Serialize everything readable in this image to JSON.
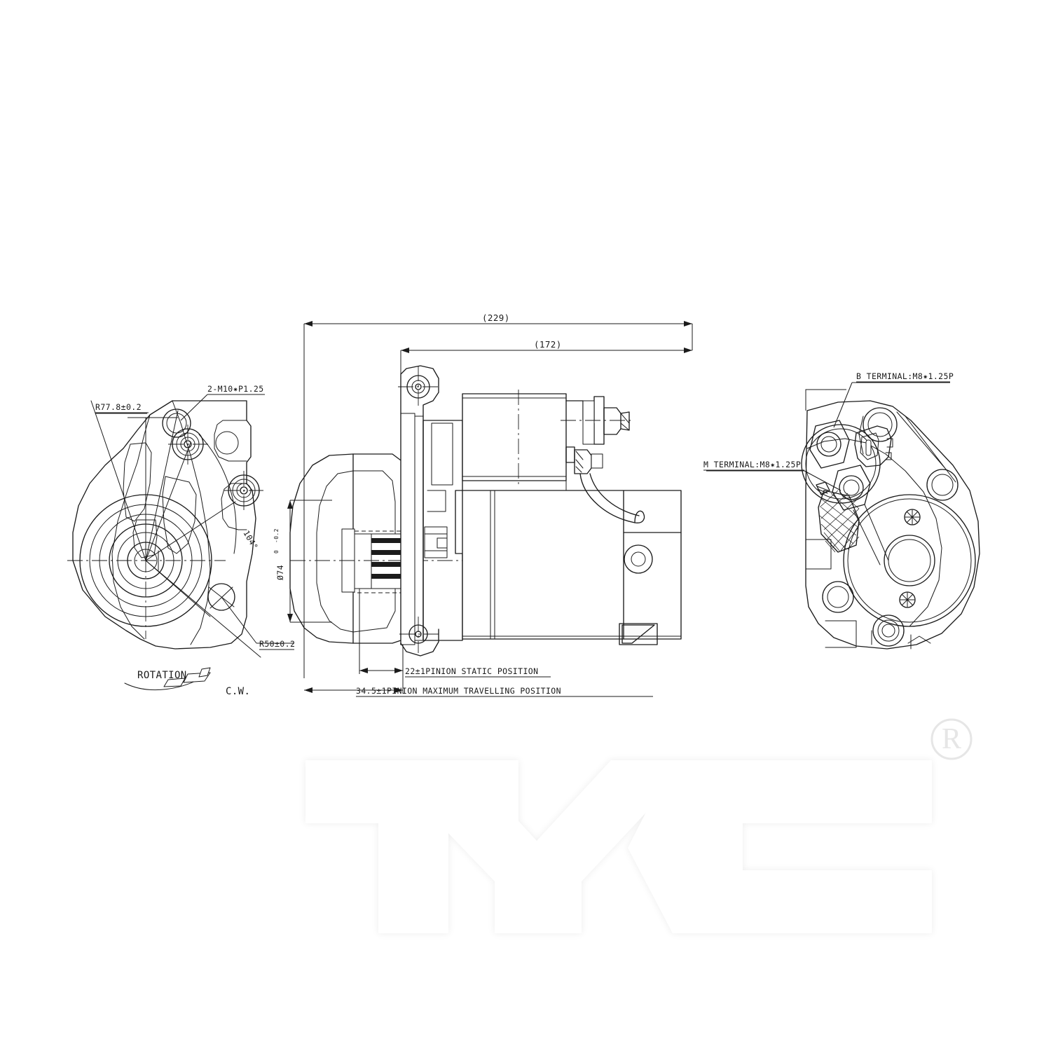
{
  "document": {
    "type": "engineering-drawing",
    "subject": "Automotive starter motor — three orthographic views",
    "background_color": "#ffffff",
    "line_color": "#1b1b1b"
  },
  "views": {
    "left": {
      "name": "drive-end-housing-front-view"
    },
    "center": {
      "name": "starter-side-elevation"
    },
    "right": {
      "name": "commutator-end-rear-view"
    }
  },
  "annotations": {
    "overall_length": "(229)",
    "body_length": "(172)",
    "radius_mount_1": "R77.8±0.2",
    "thread_callout": "2-M10✷P1.25",
    "angle_callout": "104°",
    "radius_mount_2": "R50±0.2",
    "pilot_diameter": "Ø74",
    "pilot_tol_upper": "0",
    "pilot_tol_lower": "-0.2",
    "pinion_static": "22±1PINION STATIC POSITION",
    "pinion_travel": "34.5±1PINION MAXIMUM TRAVELLING POSITION",
    "terminal_b": "B TERMINAL:M8✷1.25P",
    "terminal_m": "M TERMINAL:M8✷1.25P",
    "rotation_label": "ROTATION",
    "rotation_direction": "C.W."
  },
  "watermark": {
    "text": "TYC",
    "registered_mark": "R",
    "fill": "#ffffff",
    "edge": "#f1f1f1"
  }
}
